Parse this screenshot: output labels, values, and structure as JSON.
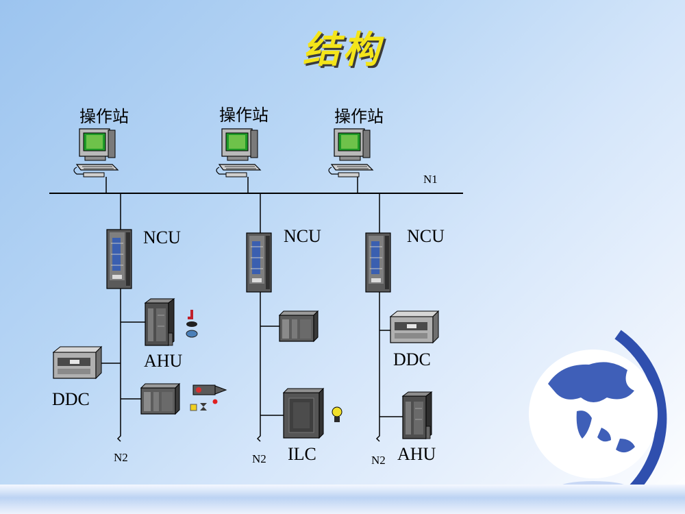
{
  "title": "结构",
  "network": {
    "n1_label": "N1",
    "operator_station_label": "操作站",
    "n2_label": "N2"
  },
  "columns": [
    {
      "station_label": "操作站",
      "controller_label": "NCU",
      "devices": [
        {
          "label": "AHU"
        },
        {
          "label": "DDC"
        },
        {
          "label": ""
        }
      ],
      "bus_label": "N2"
    },
    {
      "station_label": "操作站",
      "controller_label": "NCU",
      "devices": [
        {
          "label": ""
        },
        {
          "label": "ILC"
        }
      ],
      "bus_label": "N2"
    },
    {
      "station_label": "操作站",
      "controller_label": "NCU",
      "devices": [
        {
          "label": "DDC"
        },
        {
          "label": "AHU"
        }
      ],
      "bus_label": "N2"
    }
  ],
  "colors": {
    "title": "#f4e51a",
    "monitor_screen": "#1f9a28",
    "line": "#000000",
    "globe": "#2f4fae"
  }
}
